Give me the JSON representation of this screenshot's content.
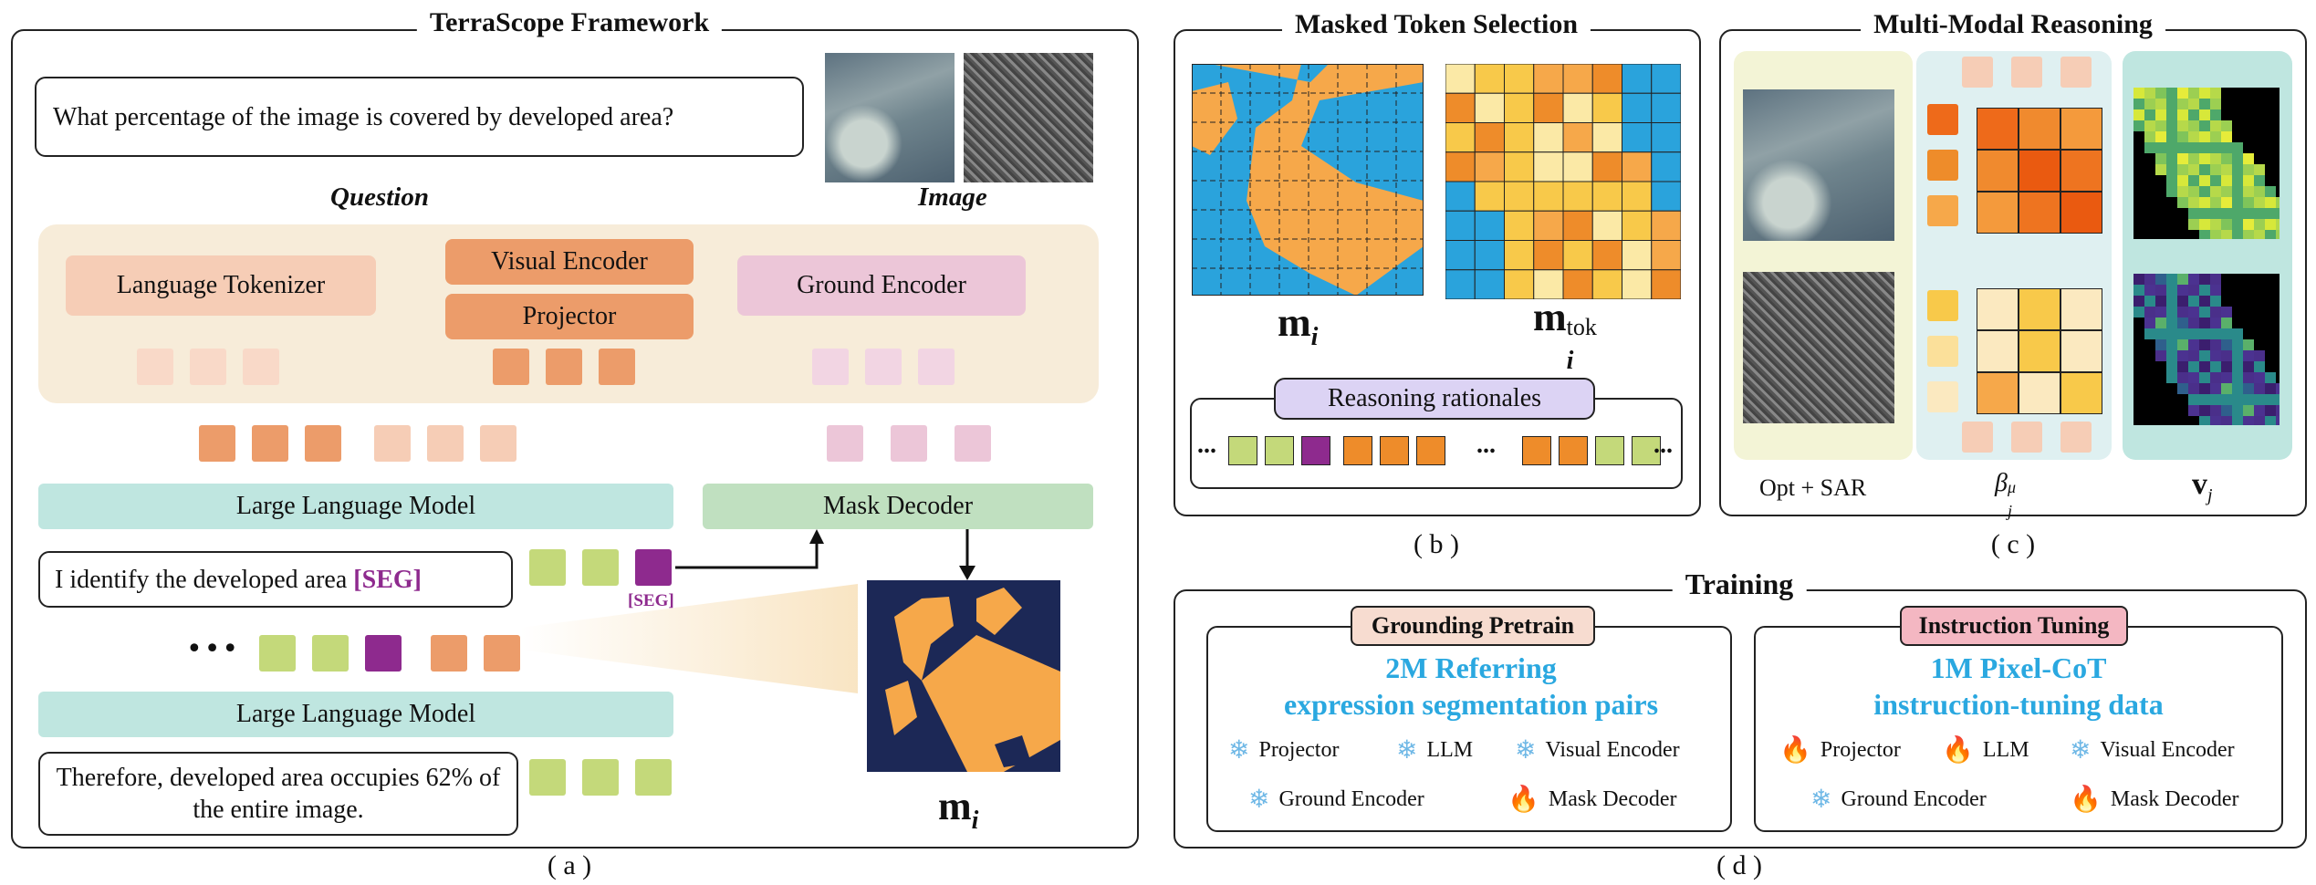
{
  "panel_a": {
    "title": "TerraScope Framework",
    "question_text": "What percentage of the image is covered by developed area?",
    "question_label": "Question",
    "image_label": "Image",
    "language_tokenizer": "Language Tokenizer",
    "visual_encoder": "Visual Encoder",
    "projector": "Projector",
    "ground_encoder": "Ground Encoder",
    "llm_label_1": "Large Language Model",
    "mask_decoder": "Mask Decoder",
    "response_1_prefix": "I identify the developed area ",
    "response_1_seg": "[SEG]",
    "seg_token_label": "[SEG]",
    "ellipsis": "•••",
    "llm_label_2": "Large Language Model",
    "response_2": "Therefore, developed area occupies 62% of the entire image.",
    "mask_label": "m",
    "mask_sub": "i",
    "caption": "( a )"
  },
  "panel_b": {
    "title": "Masked Token Selection",
    "mask_label": "m",
    "mask_sub": "i",
    "tok_label": "m",
    "tok_sub": "i",
    "tok_sup": "tok",
    "rationales": "Reasoning rationales",
    "dots": "...",
    "caption": "( b )"
  },
  "panel_c": {
    "title": "Multi-Modal Reasoning",
    "col1_label": "Opt + SAR",
    "col2_label_base": "β",
    "col2_label_sub": "j",
    "col2_label_sup": "μ",
    "col3_label_base": "v",
    "col3_label_sub": "j",
    "caption": "( c )"
  },
  "panel_d": {
    "title": "Training",
    "left_tag": "Grounding Pretrain",
    "left_head_1": "2M Referring",
    "left_head_2": "expression segmentation pairs",
    "left_items": [
      "Projector",
      "LLM",
      "Visual Encoder",
      "Ground Encoder",
      "Mask Decoder"
    ],
    "right_tag": "Instruction Tuning",
    "right_head_1": "1M Pixel-CoT",
    "right_head_2": "instruction-tuning data",
    "right_items": [
      "Projector",
      "LLM",
      "Visual Encoder",
      "Ground Encoder",
      "Mask Decoder"
    ],
    "caption": "( d )"
  },
  "colors": {
    "seg_purple": "#8e2a8e",
    "orange_token": "#ec9c6a",
    "peach_token": "#f6c8b0",
    "pink_token": "#ecc6d8",
    "green_token": "#c4d97a",
    "teal_bar": "#bfe6e0",
    "mask_decoder_green": "#c0e0c0",
    "beige_bg": "#f7ecd9",
    "mask_navy": "#1c2856",
    "mask_orange": "#f6a84a",
    "water_blue": "#2aa3dc",
    "blue_text": "#2aa8e0"
  }
}
